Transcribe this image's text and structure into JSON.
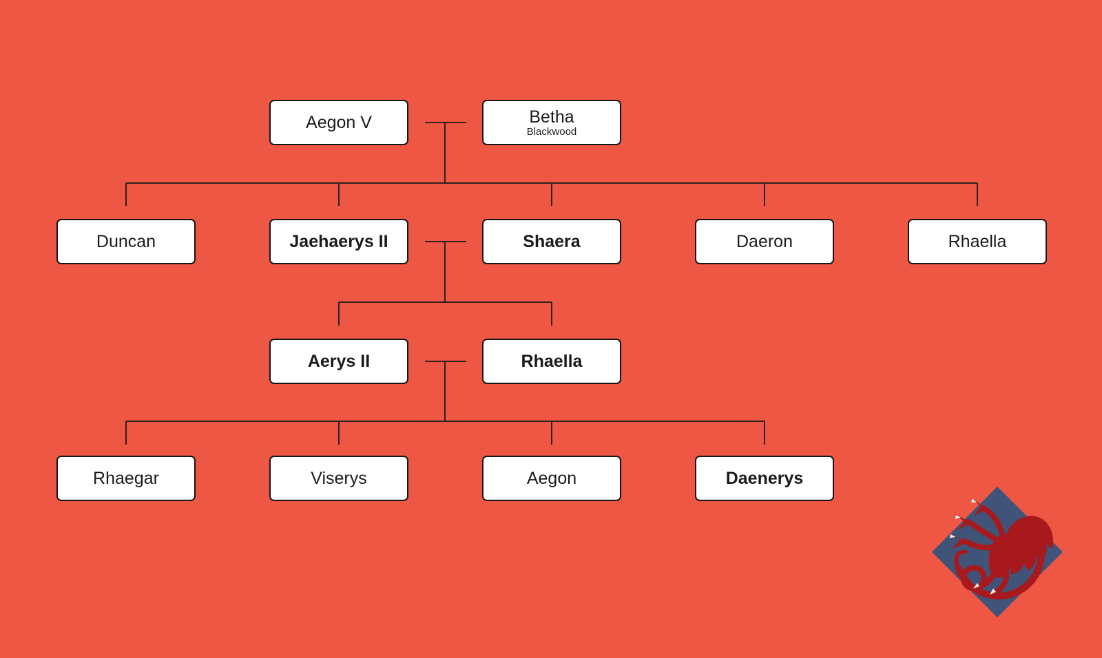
{
  "colors": {
    "background": "#ED5743",
    "box_fill": "#FFFFFF",
    "box_border": "#161616",
    "connector": "#1A1A1A",
    "text": "#1B1B1B",
    "sigil_diamond_blue": "#3F5478",
    "sigil_dragon_red": "#A8191D"
  },
  "nodes": [
    {
      "name": "Aegon V",
      "generation": 1,
      "bold": false
    },
    {
      "name": "Betha",
      "subtitle": "Blackwood",
      "generation": 1,
      "bold": false
    },
    {
      "name": "Duncan",
      "generation": 2,
      "bold": false
    },
    {
      "name": "Jaehaerys II",
      "generation": 2,
      "bold": true
    },
    {
      "name": "Shaera",
      "generation": 2,
      "bold": true
    },
    {
      "name": "Daeron",
      "generation": 2,
      "bold": false
    },
    {
      "name": "Rhaella",
      "generation": 2,
      "bold": false
    },
    {
      "name": "Aerys II",
      "generation": 3,
      "bold": true
    },
    {
      "name": "Rhaella",
      "generation": 3,
      "bold": true
    },
    {
      "name": "Rhaegar",
      "generation": 4,
      "bold": false
    },
    {
      "name": "Viserys",
      "generation": 4,
      "bold": false
    },
    {
      "name": "Aegon",
      "generation": 4,
      "bold": false
    },
    {
      "name": "Daenerys",
      "generation": 4,
      "bold": true
    }
  ],
  "unions": [
    {
      "parents": [
        "Aegon V",
        "Betha Blackwood"
      ],
      "children": [
        "Duncan",
        "Jaehaerys II",
        "Shaera",
        "Daeron",
        "Rhaella"
      ]
    },
    {
      "parents": [
        "Jaehaerys II",
        "Shaera"
      ],
      "children": [
        "Aerys II",
        "Rhaella"
      ]
    },
    {
      "parents": [
        "Aerys II",
        "Rhaella"
      ],
      "children": [
        "Rhaegar",
        "Viserys",
        "Aegon",
        "Daenerys"
      ]
    }
  ],
  "sigil": {
    "icon": "targaryen-three-headed-dragon"
  }
}
